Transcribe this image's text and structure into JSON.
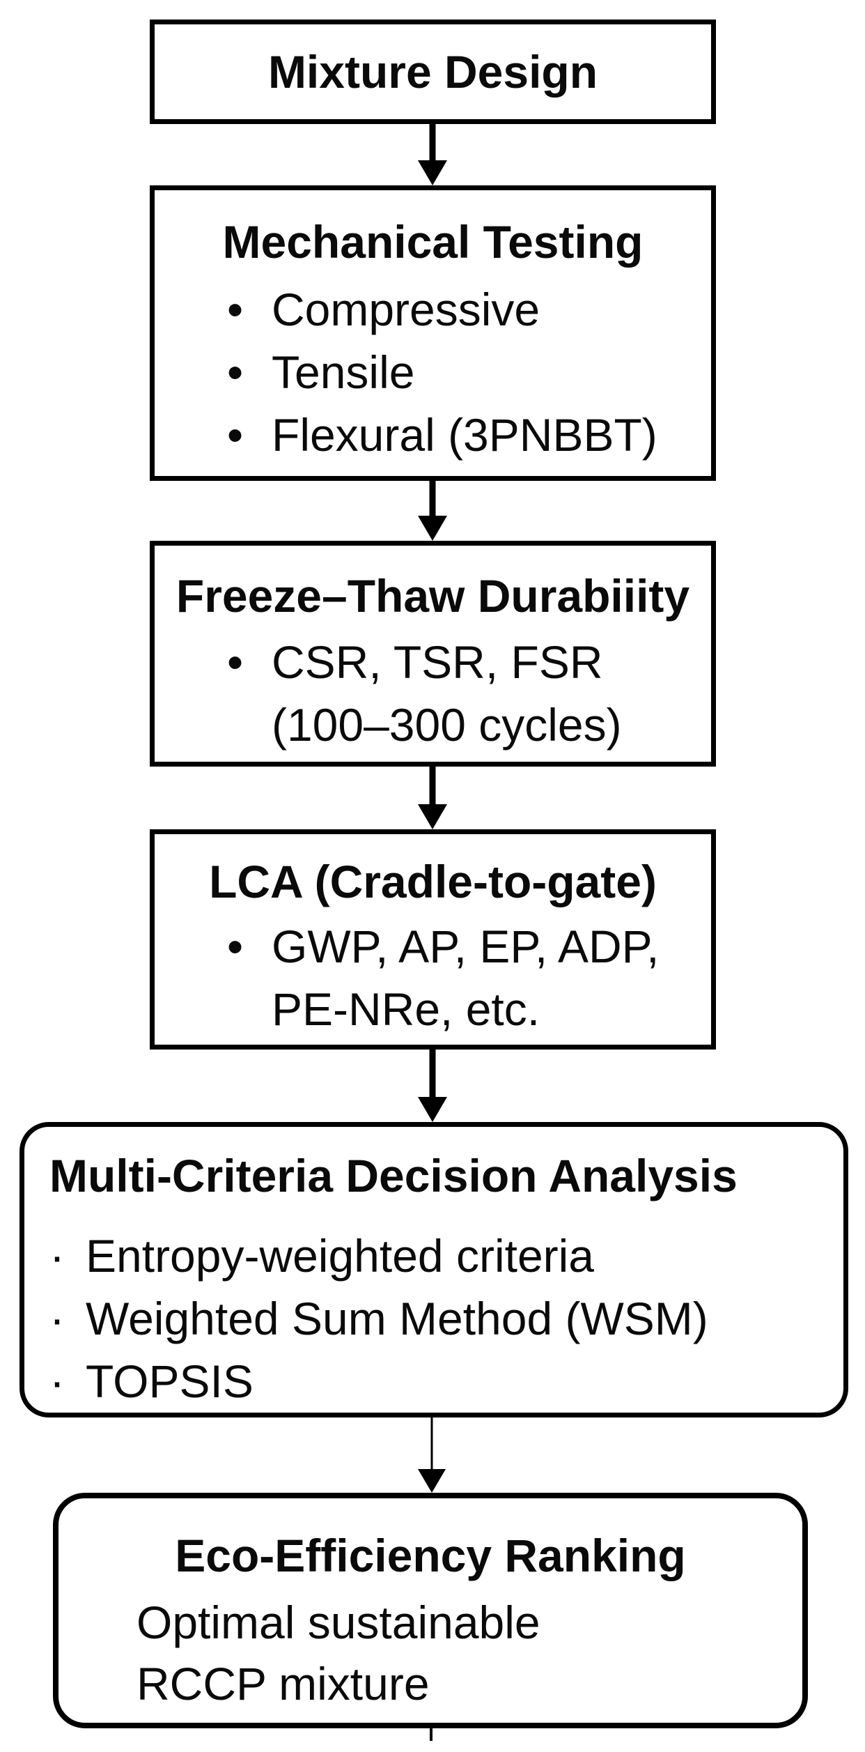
{
  "flowchart": {
    "background_color": "#ffffff",
    "line_color": "#000000",
    "text_color": "#0a0a0a",
    "boxes": [
      {
        "title": "Mixture Design",
        "bullet": null,
        "items": []
      },
      {
        "title": "Mechanical Testing",
        "bullet": "•",
        "items": [
          [
            "Compressive"
          ],
          [
            "Tensile"
          ],
          [
            "Flexural (3PNBBT)"
          ]
        ]
      },
      {
        "title": "Freeze–Thaw Durabiiity",
        "bullet": "•",
        "items": [
          [
            "CSR, TSR, FSR",
            "(100–300 cycles)"
          ]
        ]
      },
      {
        "title": "LCA (Cradle-to-gate)",
        "bullet": "•",
        "items": [
          [
            "GWP, AP, EP, ADP,",
            "PE-NRe, etc."
          ]
        ]
      },
      {
        "title": "Multi-Criteria Decision Analysis",
        "bullet": "·",
        "items": [
          [
            "Entropy-weighted criteria"
          ],
          [
            "Weighted Sum Method (WSM)"
          ],
          [
            "TOPSIS"
          ]
        ]
      },
      {
        "title": "Eco-Efficiency Ranking",
        "bullet": null,
        "items": [
          [
            "Optimal sustainable",
            "RCCP mixture"
          ]
        ]
      }
    ]
  }
}
